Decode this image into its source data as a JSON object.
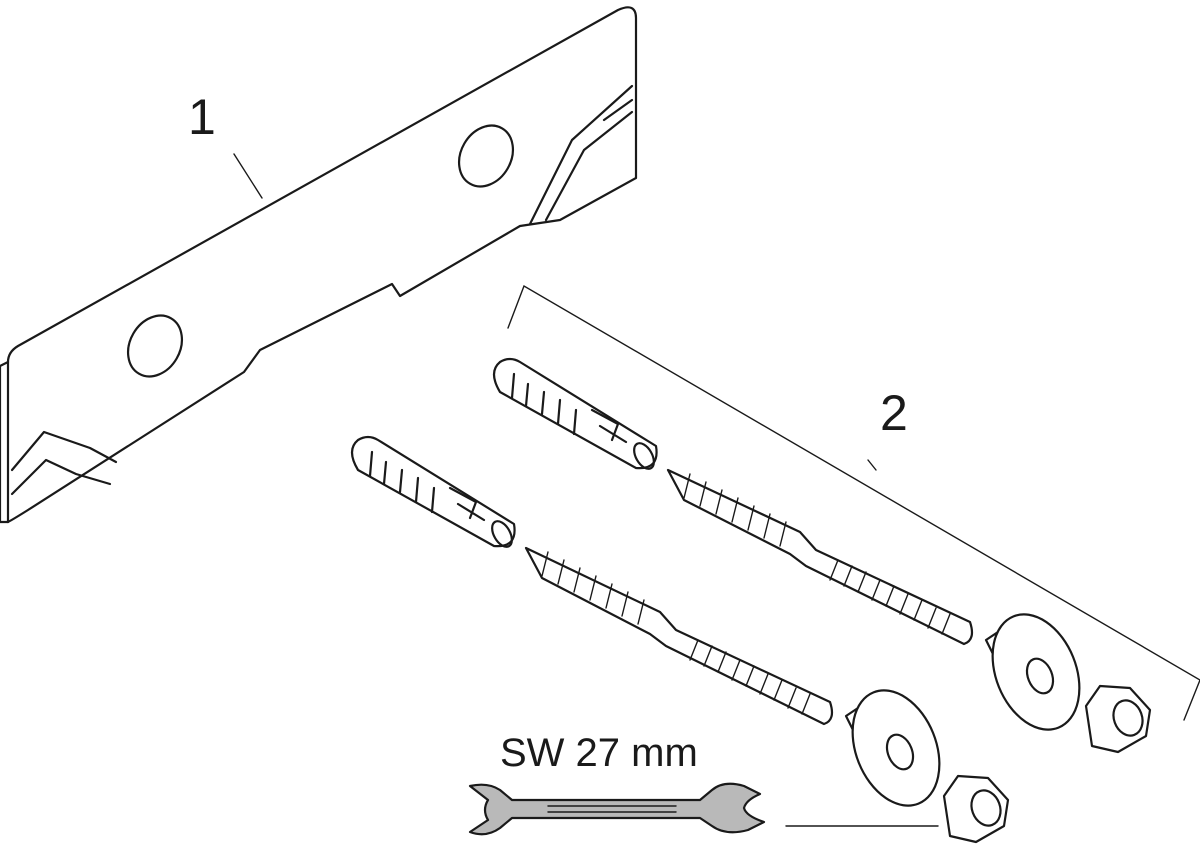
{
  "callouts": {
    "mounting_plate": "1",
    "fixing_set": "2"
  },
  "wrench": {
    "label": "SW 27 mm"
  },
  "colors": {
    "line": "#1a1a1a",
    "wrench_fill": "#b9b9b9",
    "background": "#ffffff"
  }
}
